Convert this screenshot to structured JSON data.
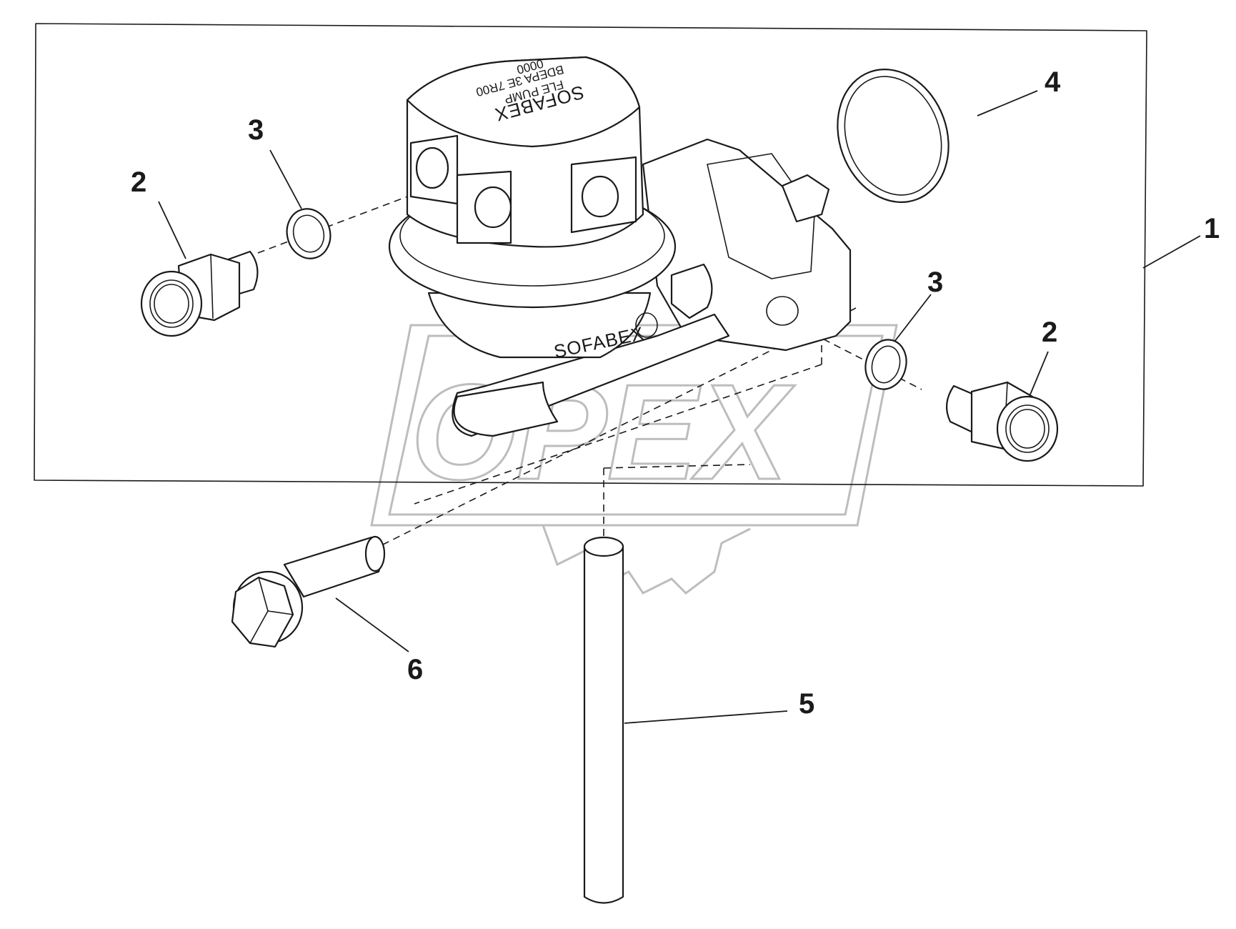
{
  "callouts": {
    "c1": "1",
    "c2a": "2",
    "c2b": "2",
    "c3a": "3",
    "c3b": "3",
    "c4": "4",
    "c5": "5",
    "c6": "6"
  },
  "part_markings": {
    "cover_brand": "SOFABEX",
    "body_brand": "SOFABEX",
    "cover_line_1": "FLE PUMP",
    "cover_line_2": "BDEPA 3E 7R00",
    "cover_line_3": "0000"
  },
  "watermark": {
    "text": "OPEX",
    "color": "#bdbdbd"
  },
  "colors": {
    "line": "#1a1a1a",
    "background": "#ffffff"
  }
}
